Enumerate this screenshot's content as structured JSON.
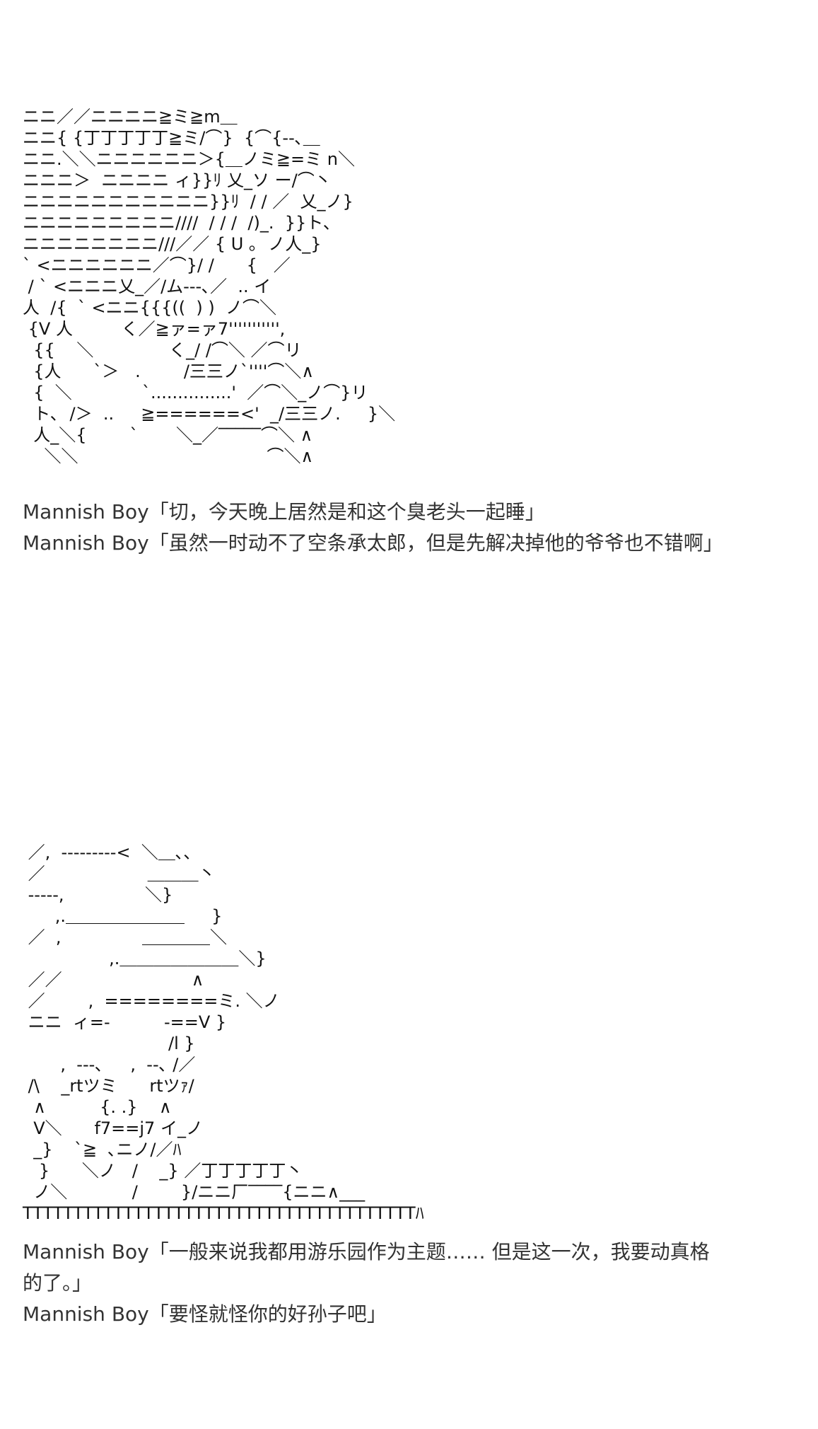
{
  "scene1": {
    "ascii_art": "ニニ／／ニニニニ≧ミ≧m＿\nニニ{ {丁丁丁丁丁≧ミ/⌒}  {⌒{--､＿\nニニ.＼＼ニニニニニニ＞{＿ノミ≧=ミ n＼\nニニニ＞  ニニニニ ィ}}ﾘ 乂_ソ ー/⌒丶\nニニニニニニニニニニニ}}ﾘ  / / ／  乂_ノ}\nニニニニニニニニニ////  / / /  /)_.  }}ト、\nニニニニニニニニ///／／ { U ｡  ノ人_}\n` <ニニニニニニ／⌒}/ /      {   ／\n / ` <ニニニ乂_／/ム---､／  .. イ\n人  /{  ` <ニニ{{{((  ) )  ノ⌒＼\n {V 人         く／≧ァ=ァ7''''''''''',\n  {{    ＼              く_/ /⌒＼ ／⌒リ\n  {人      `＞   .        /三三ノ`''''⌒＼∧\n  {  ＼             `...............'  ／⌒＼_ノ⌒}リ\n  ト､  /＞  ..     ≧======<'  _/三三ノ.     }＼\n  人_＼{        `       ＼_／‾‾‾‾‾⌒＼ ∧\n    ＼＼                                   ⌒＼∧",
    "dialogue": [
      "Mannish Boy「切，今天晚上居然是和这个臭老头一起睡」",
      "Mannish Boy「虽然一时动不了空条承太郎，但是先解决掉他的爷爷也不错啊」"
    ]
  },
  "scene2": {
    "ascii_art": " ／,  ---------<  ＼＿､､\n ／                   ＿＿＿丶\n -----,               ＼}\n      ,.＿＿＿＿＿＿＿     }\n ／  ,               ＿＿＿＿＼\n                ,.＿＿＿＿＿＿＿＼}\n ／／                        ∧\n ／        ,  ========ミ. ＼ノ\n ニニ  ィ=-          -==V }\n                           /l }\n       ,  ---､     ,  --､ /／\n /\\    _rtツミ      rtツｧ/\n  ∧          {. .}    ∧\n  V＼      f7==j7 イ_ノ\n  _}    `≧  ､ニノ/／ﾊ\n   }      ＼ノ   /    _} ／丁丁丁丁丁丶\n  ノ＼            /        }/ニニ厂‾‾‾‾{ニニ∧___\nTTTTTTTTTTTTTTTTTTTTTTTTTTTTTTTTTTTTTTTﾊ",
    "dialogue": [
      "Mannish Boy「一般来说我都用游乐园作为主题…… 但是这一次，我要动真格的了。」",
      "Mannish Boy「要怪就怪你的好孙子吧」"
    ]
  }
}
